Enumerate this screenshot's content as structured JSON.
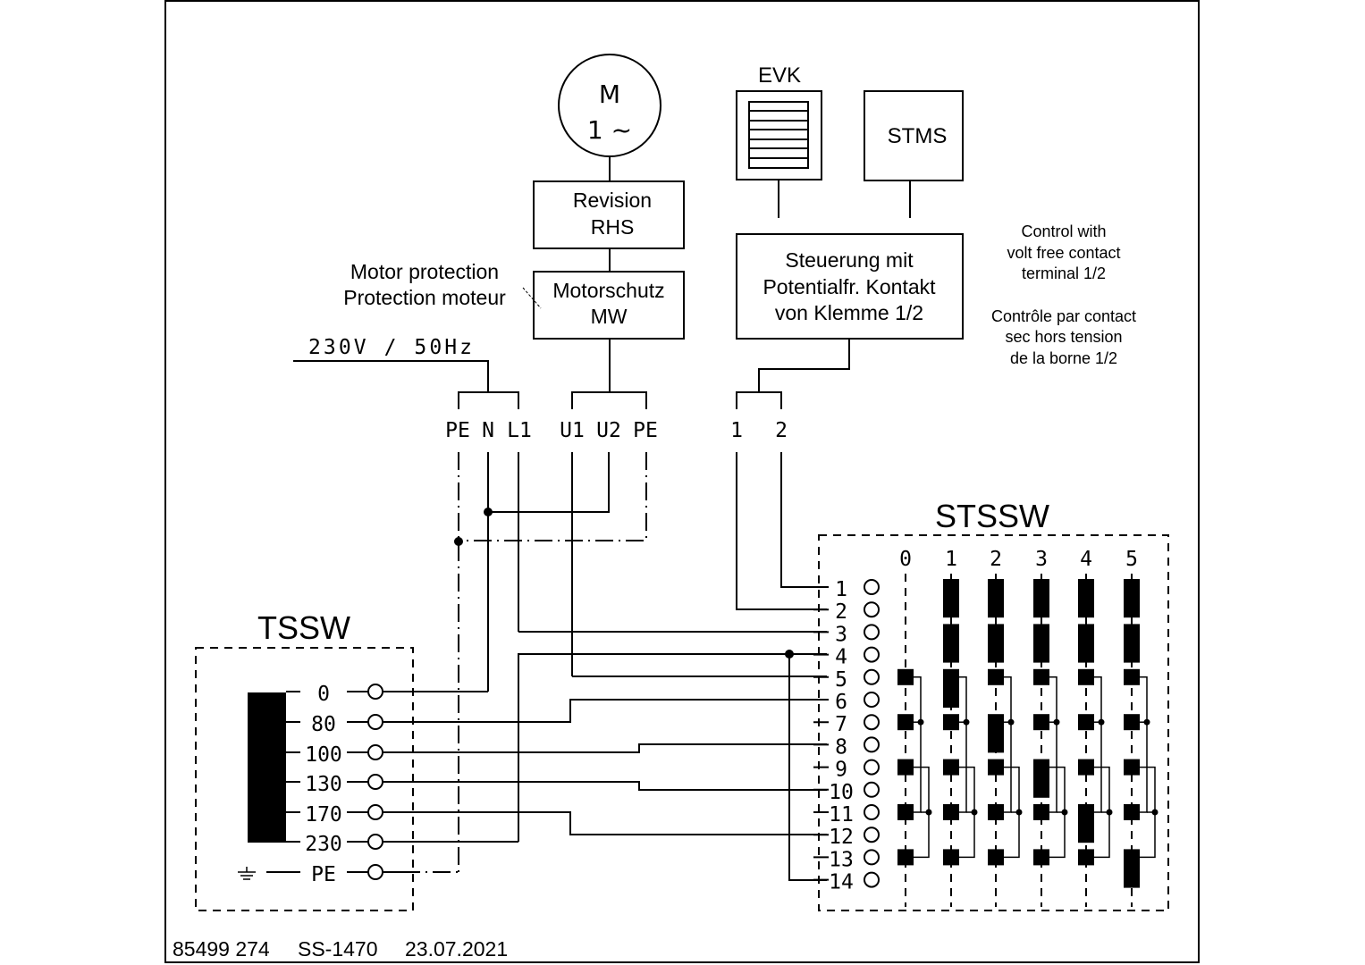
{
  "motor": {
    "line1": "M",
    "line2": "1 ~"
  },
  "boxes": {
    "revision": [
      "Revision",
      "RHS"
    ],
    "motorschutz": [
      "Motorschutz",
      "MW"
    ],
    "evk_label": "EVK",
    "stms": "STMS",
    "steuerung": [
      "Steuerung mit",
      "Potentialfr. Kontakt",
      "von Klemme 1/2"
    ]
  },
  "motor_protection_label": [
    "Motor protection",
    "Protection moteur"
  ],
  "control_note_en": [
    "Control with",
    "volt free contact",
    "terminal 1/2"
  ],
  "control_note_fr": [
    "Contrôle par contact",
    "sec hors tension",
    "de la borne 1/2"
  ],
  "supply": "230V  /  50Hz",
  "terminals_main": [
    "PE",
    "N",
    "L1",
    "U1",
    "U2",
    "PE"
  ],
  "terminals_ctrl": [
    "1",
    "2"
  ],
  "tssw": {
    "title": "TSSW",
    "positions": [
      "0",
      "80",
      "100",
      "130",
      "170",
      "230",
      "PE"
    ]
  },
  "stssw": {
    "title": "STSSW",
    "columns": [
      "0",
      "1",
      "2",
      "3",
      "4",
      "5"
    ],
    "rows": [
      "1",
      "2",
      "3",
      "4",
      "5",
      "6",
      "7",
      "8",
      "9",
      "10",
      "11",
      "12",
      "13",
      "14"
    ]
  },
  "footer": {
    "doc_no": "85499 274",
    "ref": "SS-1470",
    "date": "23.07.2021"
  },
  "colors": {
    "line": "#000000",
    "background": "#ffffff"
  }
}
